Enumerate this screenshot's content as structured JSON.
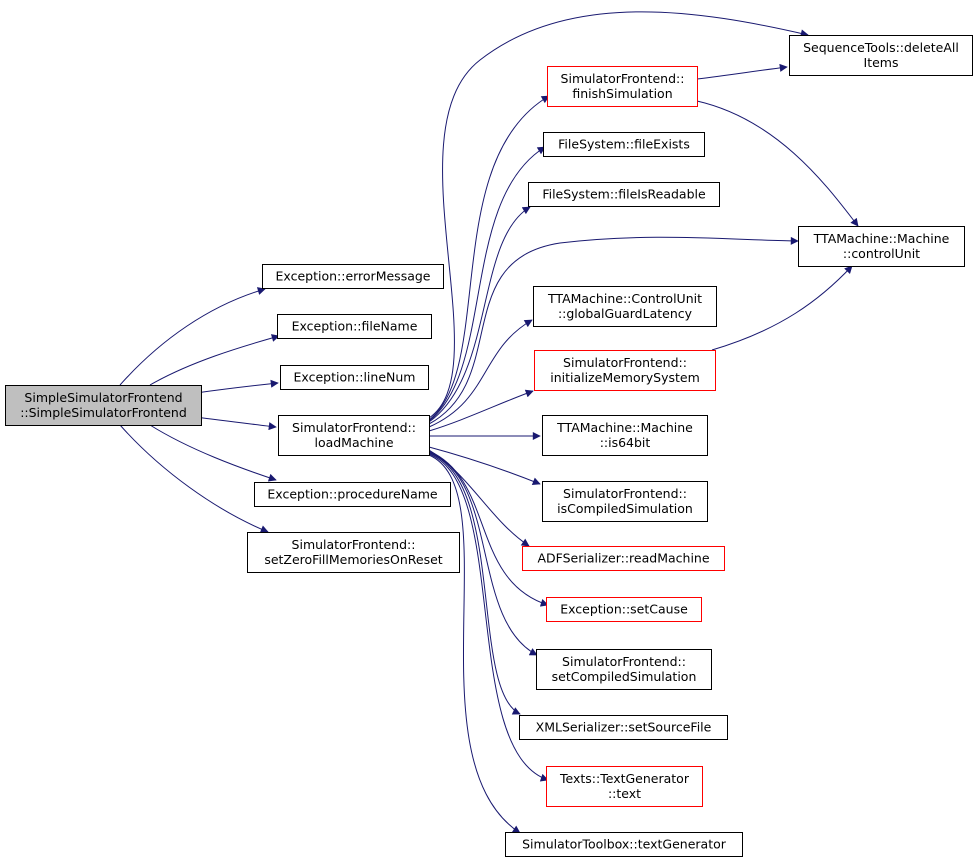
{
  "colors": {
    "edge": "#191970",
    "node_border": "#000000",
    "node_fill": "#ffffff",
    "root_fill": "#bfbfbf",
    "undocumented_border": "#ff0000"
  },
  "nodes": [
    {
      "id": "root",
      "lines": [
        "SimpleSimulatorFrontend",
        "::SimpleSimulatorFrontend"
      ],
      "style": "root"
    },
    {
      "id": "errorMessage",
      "lines": [
        "Exception::errorMessage"
      ],
      "style": "normal"
    },
    {
      "id": "fileName",
      "lines": [
        "Exception::fileName"
      ],
      "style": "normal"
    },
    {
      "id": "lineNum",
      "lines": [
        "Exception::lineNum"
      ],
      "style": "normal"
    },
    {
      "id": "loadMachine",
      "lines": [
        "SimulatorFrontend::",
        "loadMachine"
      ],
      "style": "normal"
    },
    {
      "id": "procedureName",
      "lines": [
        "Exception::procedureName"
      ],
      "style": "normal"
    },
    {
      "id": "setZeroFill",
      "lines": [
        "SimulatorFrontend::",
        "setZeroFillMemoriesOnReset"
      ],
      "style": "normal"
    },
    {
      "id": "deleteAllItems",
      "lines": [
        "SequenceTools::deleteAll",
        "Items"
      ],
      "style": "normal"
    },
    {
      "id": "finishSimulation",
      "lines": [
        "SimulatorFrontend::",
        "finishSimulation"
      ],
      "style": "red"
    },
    {
      "id": "fileExists",
      "lines": [
        "FileSystem::fileExists"
      ],
      "style": "normal"
    },
    {
      "id": "fileIsReadable",
      "lines": [
        "FileSystem::fileIsReadable"
      ],
      "style": "normal"
    },
    {
      "id": "controlUnit",
      "lines": [
        "TTAMachine::Machine",
        "::controlUnit"
      ],
      "style": "normal"
    },
    {
      "id": "globalGuardLatency",
      "lines": [
        "TTAMachine::ControlUnit",
        "::globalGuardLatency"
      ],
      "style": "normal"
    },
    {
      "id": "initializeMemorySystem",
      "lines": [
        "SimulatorFrontend::",
        "initializeMemorySystem"
      ],
      "style": "red"
    },
    {
      "id": "is64bit",
      "lines": [
        "TTAMachine::Machine",
        "::is64bit"
      ],
      "style": "normal"
    },
    {
      "id": "isCompiledSimulation",
      "lines": [
        "SimulatorFrontend::",
        "isCompiledSimulation"
      ],
      "style": "normal"
    },
    {
      "id": "readMachine",
      "lines": [
        "ADFSerializer::readMachine"
      ],
      "style": "red"
    },
    {
      "id": "setCause",
      "lines": [
        "Exception::setCause"
      ],
      "style": "red"
    },
    {
      "id": "setCompiledSimulation",
      "lines": [
        "SimulatorFrontend::",
        "setCompiledSimulation"
      ],
      "style": "normal"
    },
    {
      "id": "setSourceFile",
      "lines": [
        "XMLSerializer::setSourceFile"
      ],
      "style": "normal"
    },
    {
      "id": "text",
      "lines": [
        "Texts::TextGenerator",
        "::text"
      ],
      "style": "red"
    },
    {
      "id": "textGenerator",
      "lines": [
        "SimulatorToolbox::textGenerator"
      ],
      "style": "normal"
    }
  ],
  "edges": [
    {
      "from": "root",
      "to": "errorMessage"
    },
    {
      "from": "root",
      "to": "fileName"
    },
    {
      "from": "root",
      "to": "lineNum"
    },
    {
      "from": "root",
      "to": "loadMachine"
    },
    {
      "from": "root",
      "to": "procedureName"
    },
    {
      "from": "root",
      "to": "setZeroFill"
    },
    {
      "from": "loadMachine",
      "to": "deleteAllItems"
    },
    {
      "from": "loadMachine",
      "to": "finishSimulation"
    },
    {
      "from": "loadMachine",
      "to": "fileExists"
    },
    {
      "from": "loadMachine",
      "to": "fileIsReadable"
    },
    {
      "from": "loadMachine",
      "to": "controlUnit"
    },
    {
      "from": "loadMachine",
      "to": "globalGuardLatency"
    },
    {
      "from": "loadMachine",
      "to": "initializeMemorySystem"
    },
    {
      "from": "loadMachine",
      "to": "is64bit"
    },
    {
      "from": "loadMachine",
      "to": "isCompiledSimulation"
    },
    {
      "from": "loadMachine",
      "to": "readMachine"
    },
    {
      "from": "loadMachine",
      "to": "setCause"
    },
    {
      "from": "loadMachine",
      "to": "setCompiledSimulation"
    },
    {
      "from": "loadMachine",
      "to": "setSourceFile"
    },
    {
      "from": "loadMachine",
      "to": "text"
    },
    {
      "from": "loadMachine",
      "to": "textGenerator"
    },
    {
      "from": "finishSimulation",
      "to": "deleteAllItems"
    },
    {
      "from": "finishSimulation",
      "to": "controlUnit"
    },
    {
      "from": "initializeMemorySystem",
      "to": "controlUnit"
    }
  ]
}
